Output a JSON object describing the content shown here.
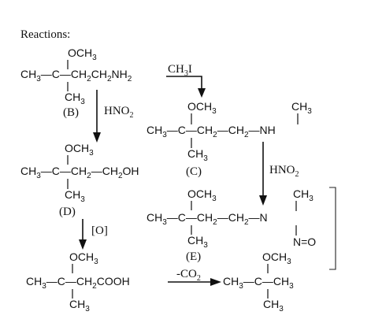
{
  "heading": "Reactions:",
  "labels": {
    "B": "(B)",
    "C": "(C)",
    "D": "(D)",
    "E": "(E)"
  },
  "reagents": {
    "hno2_first": "HNO",
    "hno2_second": "HNO",
    "subscript_2": "2",
    "methyl_iodide_ch": "CH",
    "methyl_iodide_3": "3",
    "methyl_iodide_i": "I",
    "oxidation": "[O]",
    "decarboxylation_minus": "-CO",
    "decarboxylation_2": "2"
  },
  "groups": {
    "och3": "OCH",
    "ch3": "CH",
    "ch2": "CH",
    "ch": "CH",
    "c": "C",
    "nh2": "NH",
    "nh": "NH",
    "n": "N",
    "o_equals": "N=O",
    "oh": "OH",
    "cooh": "COOH",
    "sub2": "2",
    "sub3": "3"
  }
}
